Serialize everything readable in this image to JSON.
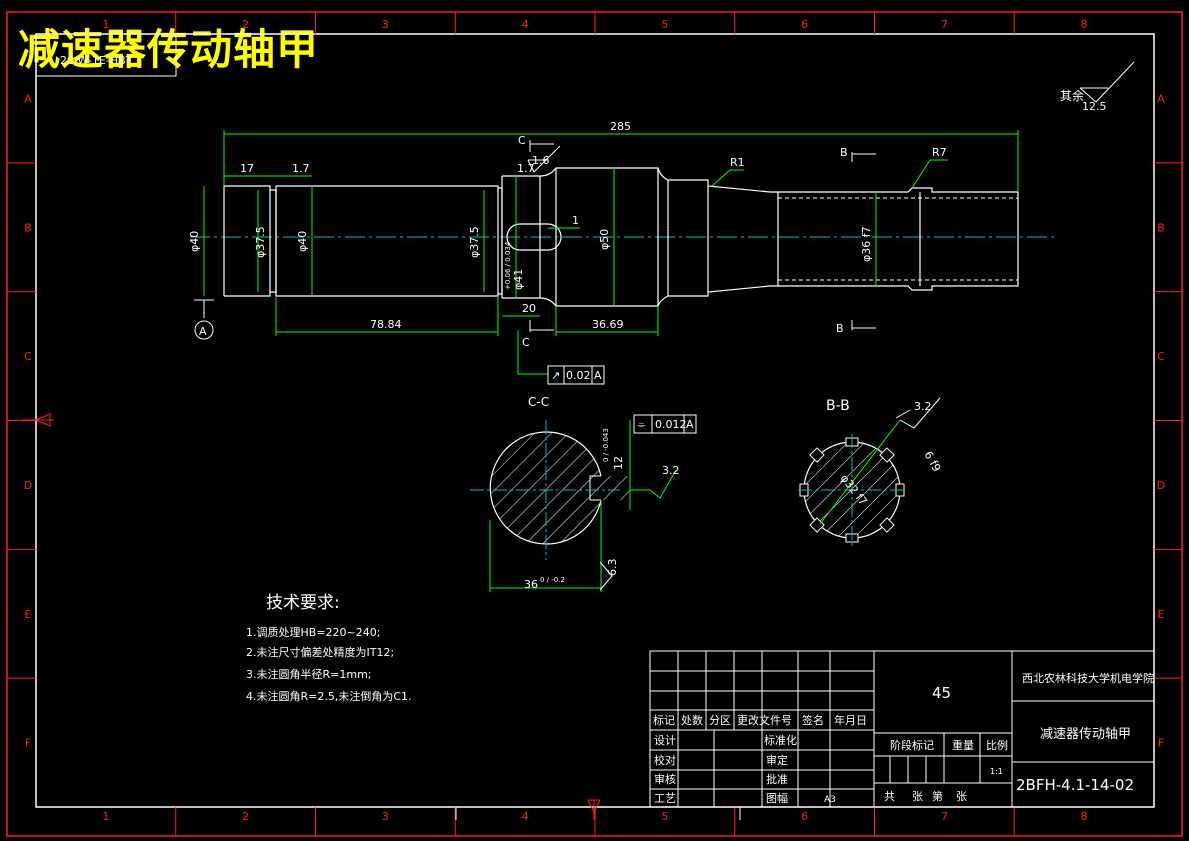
{
  "title": "减速器传动轴甲",
  "top_stamp": "20-W-1E-HBT",
  "grid_columns": [
    "1",
    "2",
    "3",
    "4",
    "5",
    "6",
    "7",
    "8"
  ],
  "grid_rows": [
    "A",
    "B",
    "C",
    "D",
    "E",
    "F"
  ],
  "roughness_other": {
    "label": "其余",
    "value": "12.5"
  },
  "dims": {
    "overall": "285",
    "l17": "17",
    "l1_7a": "1.7",
    "l1_7b": "1.7",
    "l78_84": "78.84",
    "l20": "20",
    "l36_69": "36.69",
    "d40a": "φ40",
    "d37_5a": "φ37.5",
    "d40b": "φ40",
    "d37_5b": "φ37.5",
    "d41": "φ41",
    "d41_tol": "+0.06 / 0.034",
    "d50": "φ50",
    "d36f7": "φ36 f7",
    "r1": "R1",
    "r7": "R7",
    "key_depth": "1",
    "rough_1_6": "1.6"
  },
  "sections": {
    "c_label": "C",
    "b_label": "B",
    "datum": "A",
    "runout": {
      "sym": "↗",
      "value": "0.02",
      "datum": "A"
    },
    "cc_title": "C-C",
    "cc_width": "12",
    "cc_width_tol": "0 / -0.043",
    "cc_sym": {
      "sym": "⌯",
      "value": "0.012",
      "datum": "A"
    },
    "cc_rough_a": "3.2",
    "cc_rough_b": "6.3",
    "cc_depth": "36",
    "cc_depth_tol": "0 / -0.2",
    "bb_title": "B-B",
    "bb_rough": "3.2",
    "bb_spline_a": "φ32 f7",
    "bb_spline_b": "6 f9"
  },
  "tech_req": {
    "title": "技术要求:",
    "items": [
      "1.调质处理HB=220~240;",
      "2.未注尺寸偏差处精度为IT12;",
      "3.未注圆角半径R=1mm;",
      "4.未注圆角R=2.5,未注倒角为C1."
    ]
  },
  "title_block": {
    "material": "45",
    "school": "西北农林科技大学机电学院",
    "part_name": "减速器传动轴甲",
    "drawing_no": "2BFH-4.1-14-02",
    "rev_headers": [
      "标记",
      "处数",
      "分区",
      "更改文件号",
      "签名",
      "年月日"
    ],
    "left_rows": [
      "设计",
      "校对",
      "审核",
      "工艺"
    ],
    "mid_rows": [
      "标准化",
      "审定",
      "批准",
      "图幅"
    ],
    "sheet_size": "A3",
    "stage_label": "阶段标记",
    "weight_label": "重量",
    "scale_label": "比例",
    "scale_value": "1:1",
    "sheet_info": [
      "共",
      "张",
      "第",
      "张"
    ]
  }
}
